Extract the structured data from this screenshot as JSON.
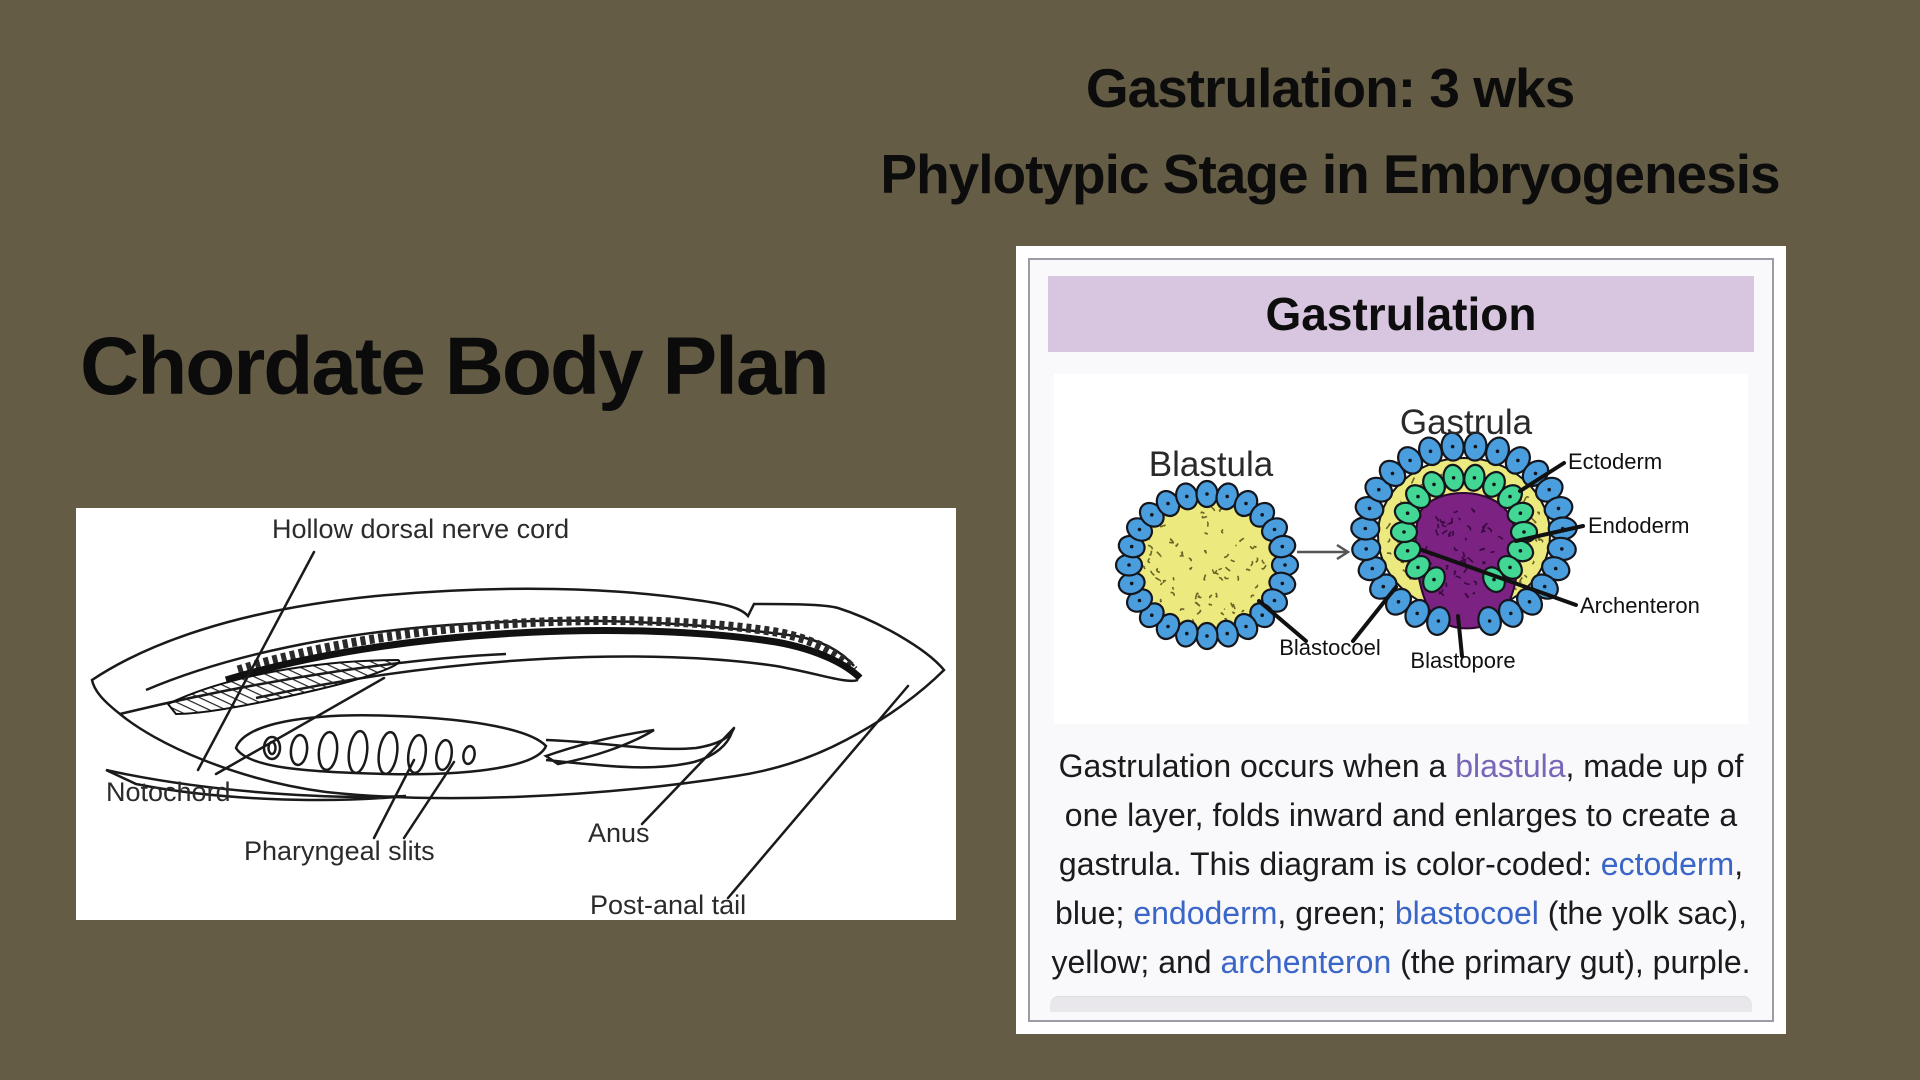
{
  "colors": {
    "background": "#645c45",
    "card_header_bg": "#d8c5df",
    "link_blue": "#3a66c8",
    "link_visited_purple": "#7a66b8",
    "ectoderm_blue": "#4a9ede",
    "endoderm_green": "#42d794",
    "blastocoel_yellow": "#ece97f",
    "archenteron_purple": "#7c2282"
  },
  "slide_title": {
    "line1": "Gastrulation: 3 wks",
    "line2": "Phylotypic Stage in Embryogenesis"
  },
  "chordate": {
    "heading": "Chordate Body Plan",
    "labels": {
      "hollow_dorsal_nerve_cord": "Hollow dorsal nerve cord",
      "notochord": "Notochord",
      "pharyngeal_slits": "Pharyngeal slits",
      "anus": "Anus",
      "post_anal_tail": "Post-anal tail"
    }
  },
  "card": {
    "header": "Gastrulation",
    "diagram_labels": {
      "blastula": "Blastula",
      "gastrula": "Gastrula",
      "ectoderm": "Ectoderm",
      "endoderm": "Endoderm",
      "archenteron": "Archenteron",
      "blastocoel": "Blastocoel",
      "blastopore": "Blastopore"
    },
    "caption_segments": [
      {
        "text": "Gastrulation occurs when a ",
        "style": "plain"
      },
      {
        "text": "blastula",
        "style": "visited-link"
      },
      {
        "text": ", made up of one layer, folds inward and enlarges to create a gastrula. This diagram is color-coded: ",
        "style": "plain"
      },
      {
        "text": "ectoderm",
        "style": "link"
      },
      {
        "text": ", blue; ",
        "style": "plain"
      },
      {
        "text": "endoderm",
        "style": "link"
      },
      {
        "text": ", green; ",
        "style": "plain"
      },
      {
        "text": "blastocoel",
        "style": "link"
      },
      {
        "text": " (the yolk sac), yellow; and ",
        "style": "plain"
      },
      {
        "text": "archenteron",
        "style": "link"
      },
      {
        "text": " (the primary gut), purple.",
        "style": "plain"
      }
    ]
  }
}
